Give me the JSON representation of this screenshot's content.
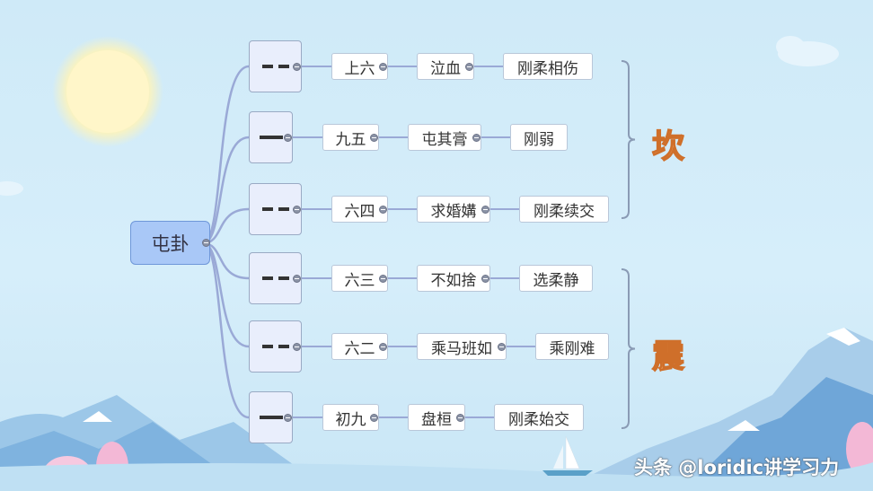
{
  "root": {
    "label": "屯卦"
  },
  "rows": [
    {
      "line": "yin",
      "position": "上六",
      "phrase": "泣血",
      "meaning": "刚柔相伤"
    },
    {
      "line": "yang",
      "position": "九五",
      "phrase": "屯其膏",
      "meaning": "刚弱"
    },
    {
      "line": "yin",
      "position": "六四",
      "phrase": "求婚媾",
      "meaning": "刚柔续交"
    },
    {
      "line": "yin",
      "position": "六三",
      "phrase": "不如捨",
      "meaning": "选柔静"
    },
    {
      "line": "yin",
      "position": "六二",
      "phrase": "乘马班如",
      "meaning": "乘刚难"
    },
    {
      "line": "yang",
      "position": "初九",
      "phrase": "盘桓",
      "meaning": "刚柔始交"
    }
  ],
  "trigrams": {
    "upper": "坎",
    "lower": "震"
  },
  "watermark": "头条 @loridic讲学习力",
  "colors": {
    "root_fill": "#a9c8f7",
    "line_node_fill": "#e9eefc",
    "connector": "#9aa9d6",
    "trigram": "#f3a866"
  }
}
